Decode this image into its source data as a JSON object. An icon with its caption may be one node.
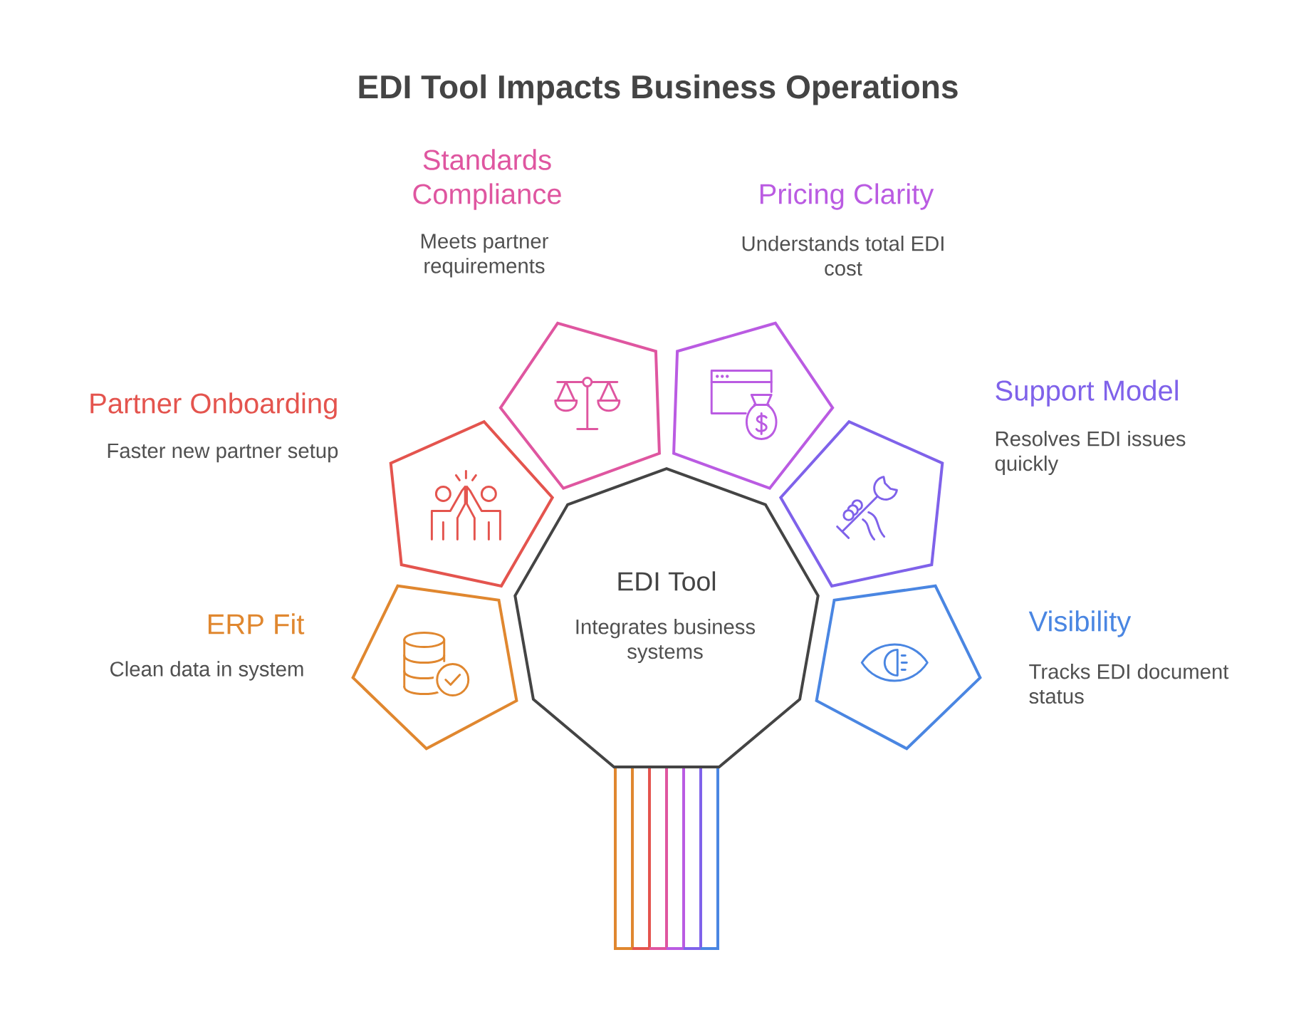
{
  "diagram": {
    "title": "EDI Tool Impacts Business Operations",
    "nodes": [
      {
        "text": [
          "EDI Tool",
          "Integrates business systems"
        ]
      },
      {
        "text": [],
        "shape": "pentagon",
        "beside": [
          "ERP Fit",
          "Clean data in system"
        ]
      },
      {
        "text": [],
        "shape": "pentagon",
        "beside": [
          "Partner Onboarding",
          "Faster new partner setup"
        ]
      },
      {
        "text": [],
        "shape": "pentagon",
        "beside": [
          "Standards Compliance",
          "Meets partner requirements"
        ]
      },
      {
        "text": [],
        "shape": "pentagon",
        "beside": [
          "Pricing Clarity",
          "Understands total EDI cost"
        ]
      },
      {
        "text": [],
        "shape": "pentagon",
        "beside": [
          "Support Model",
          "Resolves EDI issues quickly"
        ]
      },
      {
        "text": [],
        "shape": "pentagon",
        "beside": [
          "Visibility",
          "Tracks EDI document status"
        ]
      }
    ]
  }
}
